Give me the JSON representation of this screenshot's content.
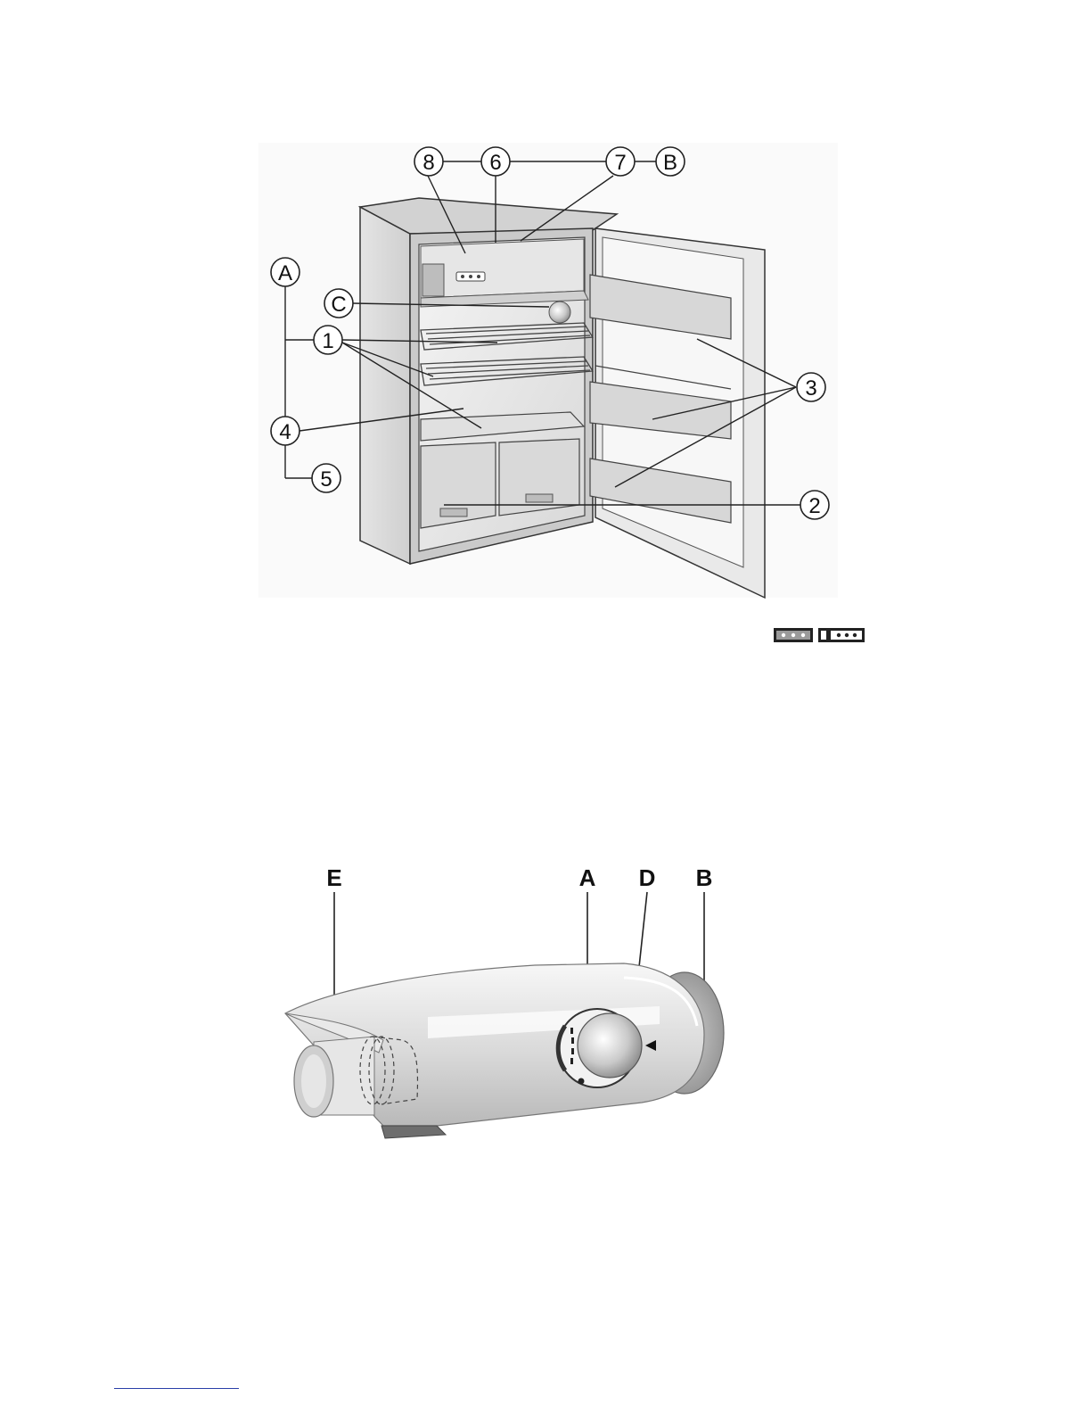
{
  "figure1": {
    "callouts": {
      "c8": "8",
      "c6": "6",
      "c7": "7",
      "cB": "B",
      "cA": "A",
      "cC": "C",
      "c1": "1",
      "c4": "4",
      "c5": "5",
      "c3": "3",
      "c2": "2"
    }
  },
  "figure2": {
    "labels": {
      "E": "E",
      "A": "A",
      "D": "D",
      "B": "B"
    }
  },
  "colors": {
    "ink": "#111111",
    "panel": "#dcdcdc",
    "panel_light": "#efefef",
    "link_line": "#2a3fa8"
  }
}
